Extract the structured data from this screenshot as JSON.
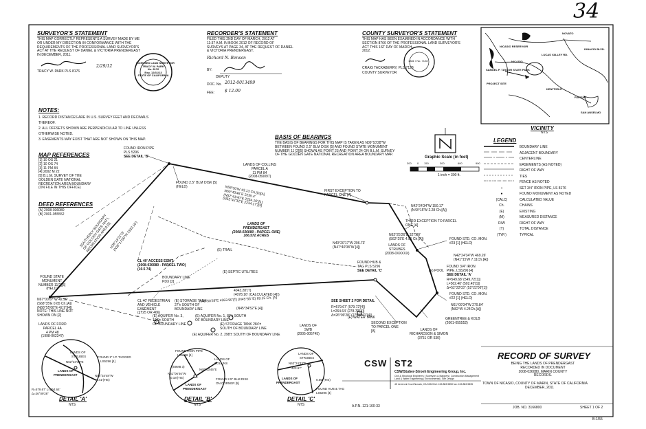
{
  "sheet_number": "34",
  "surveyor": {
    "title": "SURVEYOR'S STATEMENT",
    "lines": [
      "THIS MAP CORRECTLY REPRESENTS A SURVEY MADE BY ME",
      "OR UNDER MY DIRECTION IN CONFORMANCE WITH THE",
      "REQUIREMENTS OF THE PROFESSIONAL LAND SURVEYOR'S",
      "ACT AT THE REQUEST OF DANIEL & VICTORIA PRENDERGAST",
      "IN DECEMBER, 2011."
    ],
    "date": "2/29/12",
    "name": "TRACY W. PARK PLS 8176",
    "seal": {
      "top": "LICENSED LAND SURVEYOR",
      "name": "TRACY W. PARK",
      "no": "No. 8176",
      "exp": "Exp. 12/31/13",
      "bottom": "STATE OF CALIFORNIA"
    }
  },
  "recorder": {
    "title": "RECORDER'S STATEMENT",
    "lines": [
      "FILED THIS 2ND DAY OF MARCH, 2012 AT",
      "11:37 A.M. IN BOOK 2012 OF RECORD OF",
      "SURVEYS AT PAGE 34, AT THE REQUEST OF DANIEL",
      "& VICTORIA PRENDERGAST."
    ],
    "signer": "Richard N. Benson",
    "by_label": "BY:",
    "deputy_label": "DEPUTY",
    "doc_label": "DOC. No.",
    "doc_no": "2012-0013499",
    "fee_label": "FEE:",
    "fee": "$ 12.00"
  },
  "county": {
    "title": "COUNTY SURVEYOR'S STATEMENT",
    "lines": [
      "THIS MAP HAS BEEN EXAMINED IN ACCORDANCE WITH",
      "SECTION 8766 OF THE PROFESSIONAL LAND SURVEYOR'S",
      "ACT THIS 1ST DAY OF MARCH,",
      "2012."
    ],
    "name": "CRAIG TACKABERRY, PLS 7128",
    "role": "COUNTY SURVEYOR",
    "seal": "1381 / No. 7128"
  },
  "vicinity": {
    "title": "VICINITY",
    "sub": "NTS",
    "labels": [
      "NOVATO",
      "NICASIO RESERVOIR",
      "NICASIO",
      "SAMUEL P. TAYLOR STATE PARK",
      "PROJECT SITE",
      "FAIRFAX",
      "SAN ANSELMO",
      "KENTFIELD",
      "LUCAS VALLEY RD.",
      "IGNACIO BLVD."
    ]
  },
  "notes": {
    "title": "NOTES:",
    "items": [
      "1.   RECORD DISTANCES ARE IN U.S. SURVEY FEET AND DECIMALS",
      "      THEREOF.",
      "2.   ALL OFFSETS SHOWN ARE PERPENDICULAR TO LINE UNLESS",
      "      OTHERWISE NOTED.",
      "3.   EASEMENTS MAY EXIST THAT ARE NOT SHOWN ON THIS MAP."
    ]
  },
  "map_refs": {
    "title": "MAP REFERENCES",
    "items": [
      "[1]      10 OS 21",
      "[2]      10 OS 74",
      "[3]      11 PM 84",
      "[4]      2002 M 22",
      "[5]      B.L.M. SURVEY OF THE",
      "          GOLDEN GATE NATIONAL",
      "          RECREATION AREA BOUNDARY",
      "          (ON FILE IN THIS OFFICE)"
    ]
  },
  "deed_refs": {
    "title": "DEED REFERENCES",
    "items": [
      "(A)      2008-036080",
      "(B)      2001-055552"
    ]
  },
  "basis": {
    "title": "BASIS OF BEARINGS",
    "lines": [
      "THE BASIS OF BEARINGS FOR THIS MAP IS TAKEN AS N09°10'28\"W",
      "BETWEEN FOUND 2.5\" BLM DISK [5] AND FOUND STATE MONUMENT",
      "NUMBER 11 [2][5] SHOWN AS POINT 23 AND POINT 24 ON B.L.M. SURVEY",
      "OF THE GOLDEN GATE NATIONAL RECREATION AREA BOUNDARY MAP."
    ],
    "scale_title": "Graphic Scale (in feet)",
    "scale_note": "1 inch = 300 ft.",
    "scale_ticks": [
      "300",
      "0",
      "150",
      "300",
      "600",
      "900"
    ]
  },
  "legend": {
    "title": "LEGEND",
    "rows": [
      {
        "sym": "",
        "label": "BOUNDARY LINE"
      },
      {
        "sym": "",
        "label": "ADJACENT BOUNDARY"
      },
      {
        "sym": "",
        "label": "CENTERLINE"
      },
      {
        "sym": "",
        "label": "EASEMENTS (AS NOTED)"
      },
      {
        "sym": "",
        "label": "RIGHT OF WAY"
      },
      {
        "sym": "",
        "label": "TIES"
      },
      {
        "sym": "",
        "label": "FENCE AS NOTED"
      },
      {
        "sym": "○",
        "label": "SET 3/4\" IRON PIPE, LS 8176"
      },
      {
        "sym": "●",
        "label": "FOUND MONUMENT AS NOTED"
      },
      {
        "sym": "(CALC)",
        "label": "CALCULATED VALUE"
      },
      {
        "sym": "Ch.",
        "label": "CHAINS"
      },
      {
        "sym": "(E)",
        "label": "EXISTING"
      },
      {
        "sym": "(M)",
        "label": "MEASURED DISTANCE"
      },
      {
        "sym": "R/W",
        "label": "RIGHT OF WAY"
      },
      {
        "sym": "(T)",
        "label": "TOTAL DISTANCE"
      },
      {
        "sym": "(TYP.)",
        "label": "TYPICAL"
      }
    ]
  },
  "plat": {
    "parcel_one": [
      "LANDS OF",
      "PRENDERGAST",
      "(2008-036080 - PARCEL ONE)",
      "166.572 ACRES"
    ],
    "parcel_two": [
      "CL 40' ACCESS ESMT.",
      "(2008-036080 - PARCEL TWO)",
      "(10.5 74)"
    ],
    "collins": [
      "LANDS OF COLLINS",
      "PARCEL A",
      "11 PM 84",
      "(2008-050097)"
    ],
    "north_top": [
      "N58°30'W 43.13 Ch.(D)[A]",
      "N60°43'46\"E  2235.4'",
      "(N52°41'40\"E  2234.16')[1]",
      "(N52°42'32\"E  2234.17')[3]"
    ],
    "west_side": [
      "N28°14'21\"W",
      "(N28°17'00\"W 1910.10')",
      "SOUTHERLY BOUNDARY",
      "OF GOLDEN GATE NAT'L",
      "RECREATION AREA [5]"
    ],
    "bottom_line": [
      "N46°50'28\"E    4363.90'(T) (N45°55' E) 69.15 Ch. [A]",
      "4043.28'(T)",
      "(4078.16' (CALCULATED [4]))",
      "(N45°34'52\"E  [4])"
    ],
    "found_pipe": [
      "FOUND IRON PIPE",
      "PLS 5296",
      "SEE DETAIL 'B'"
    ],
    "found_disk": [
      "FOUND 2.5\" BLM DISK [5]",
      "(HELD)"
    ],
    "state_mon": [
      "FOUND STATE",
      "MONUMENT",
      "NUMBER 11[2][5]",
      "(HELD)"
    ],
    "state_mon2": [
      "N67°00'07\"W 42.90'",
      "(S68°35'E 0.65 Ch.[A])",
      "(N68°55'08\"E 42.9')[4])",
      "NOTE: THIS LINE NOT",
      "SHOWN ON [2]"
    ],
    "ford": [
      "LANDS OF FORD",
      "PARCEL 4A",
      "4 PM 48",
      "(1998-062347)"
    ],
    "ped": [
      "CL 40' PEDESTRIAN",
      "AND VEHICLE",
      "EASEMENT",
      "(2725 OR 466)"
    ],
    "boundary_pdx": [
      "BOUNDARY LINE",
      "PDX [2]"
    ],
    "trail": "(E) TRAIL",
    "septic": "(E) SEPTIC UTILITIES",
    "storage1": [
      "(E) STORAGE TANK",
      "27'± SOUTH OF",
      "BOUNDARY LINE"
    ],
    "aquifer3": [
      "(E) AQUIFER No. 3,",
      "190'± SOUTH",
      "OF BOUNDARY LINE"
    ],
    "aquifer1": [
      "(E) AQUIFER No. 1, 87'± SOUTH",
      "OF BOUNDARY LINE"
    ],
    "aquifer2": [
      "(E) AQUIFER No. 2, 298'± SOUTH OF BOUNDARY LINE"
    ],
    "storage2": [
      "(E) STORAGE TANK 284'±",
      "SOUTH OF BOUNDARY LINE"
    ],
    "swb": [
      "LANDS OF",
      "SWB",
      "(2005-005745)"
    ],
    "water_tank": "(E) WATER TANK",
    "first_exc": [
      "FIRST EXCEPTION TO",
      "PARCEL ONE [A]"
    ],
    "third_exc": [
      "THIRD EXCEPTION TO PARCEL",
      "ONE [A]"
    ],
    "second_exc": [
      "SECOND EXCEPTION",
      "TO PARCEL ONE",
      "[A]"
    ],
    "strubes_e": [
      "LANDS OF",
      "STRUBES",
      "(2008-0XXXXX)"
    ],
    "richardson": [
      "LANDS OF",
      "RICHARDSON & SIMON",
      "(3751 OR 530)"
    ],
    "greentree": [
      "GREENTREE & KOLB",
      "(2001-055552)"
    ],
    "pool": "(E) POOL",
    "n42_1": [
      "N42°24'34\"W  150.17'",
      "(N43°15'W 2.28 Ch.[A])"
    ],
    "n40": [
      "N40°20'17\"W 296.73'",
      "(N47°40'08\"W [4])"
    ],
    "n62": [
      "N62°25'26\"E  327.00'",
      "(S62°25'E 4.95 Ch.[A])"
    ],
    "n42_2": [
      "N42°24'34\"W  469.26'",
      "(N41°15'W 7.11Ch.[A])"
    ],
    "found_23": [
      "FOUND STD. CO. MON.",
      "#23 [1] (HELD)"
    ],
    "found_hub": [
      "FOUND HUB &",
      "TAG PLS 5296",
      "SEE DETAIL 'C'"
    ],
    "found_34": [
      "FOUND 3/4\" IRON",
      "PIPE, LS5296 [4]",
      "SEE DETAIL 'A'"
    ],
    "r_549": [
      "R=549.68'  (549.72'[1])",
      "L=502.40'  (502.45'[1])",
      "Δ=52°22'03\"  (52°22'06\"[1])"
    ],
    "found_22": [
      "FOUND STD. CO. MON.",
      "#22 [1] (HELD)"
    ],
    "n61": [
      "N61°09'34\"W  279.84'",
      "(N82°W 4.24Ch.[A])"
    ],
    "see_sheet": "SEE SHEET 2 FOR DETAIL",
    "curve_main": [
      "R=579.67'  (579.72'[4])",
      "L=264.64'  (278.70'[4])",
      "Δ=26°09'28\"  (27°32'41\"[4])"
    ]
  },
  "details": {
    "a": {
      "title": "DETAIL 'A'",
      "sub": "NTS",
      "labels": [
        "LANDS OF",
        "STRUBES",
        "FOUND 1\" I.P. TAGGED",
        "LS5296 [4]",
        "LANDS OF",
        "PRENDERGAST",
        "N06°34'48\"W",
        "0.41'(TIE)",
        "R=579.67'  L=264.64'",
        "Δ=26°09'28\"",
        "N62°24'43\"E"
      ]
    },
    "b": {
      "title": "DETAIL 'B'",
      "sub": "NTS",
      "labels": [
        "FOUND IRON PIPE",
        "LS5296 [4]",
        "LANDS OF",
        "COLLINS",
        "(S9M8 3)",
        "N61°06'46\"W",
        "0.18'(TIE)",
        "LANDS OF",
        "PRENDERGAST",
        "FOUND 2.5\" BLM DISK",
        "ON CORNER [5]",
        "N60°43'46\"E"
      ]
    },
    "c": {
      "title": "DETAIL 'C'",
      "sub": "NTS",
      "labels": [
        "LANDS OF",
        "STRUBES",
        "LANDS OF",
        "PRENDERGAST",
        "0.05' (TIE)",
        "FOUND HUB & TAG",
        "LS5296 [4]",
        "N62°24'43\"E",
        "423.67'"
      ]
    }
  },
  "firm": {
    "logo_left": "CSW",
    "logo_right": "ST2",
    "name": "CSW/Stuber-Stroeh Engineering Group, Inc.",
    "sub1": "Civil & Structural Engineers | Surveyors & Mappers | Construction Management",
    "sub2": "Land & Water Engineering | Environmental | Site Design",
    "addr": "45 Leveroni Court  Novato, CA 94949",
    "tel": "tel: 415.883.9850  fax: 415.883.9835",
    "apn": "A.P.N. 121-160-33"
  },
  "record": {
    "title": "RECORD OF SURVEY",
    "lines": [
      "BEING THE LANDS OF PRENDERGAST",
      "RECORDED IN DOCUMENT",
      "2008-036080, MARIN COUNTY",
      "RECORDS."
    ],
    "town": "TOWN OF NICASIO, COUNTY OF MARIN, STATE OF CALIFORNIA",
    "date": "DECEMBER, 2011",
    "job": "JOB. NO. 3166800",
    "sheet": "SHEET 1 OF 2",
    "ref": "B-1/55"
  }
}
